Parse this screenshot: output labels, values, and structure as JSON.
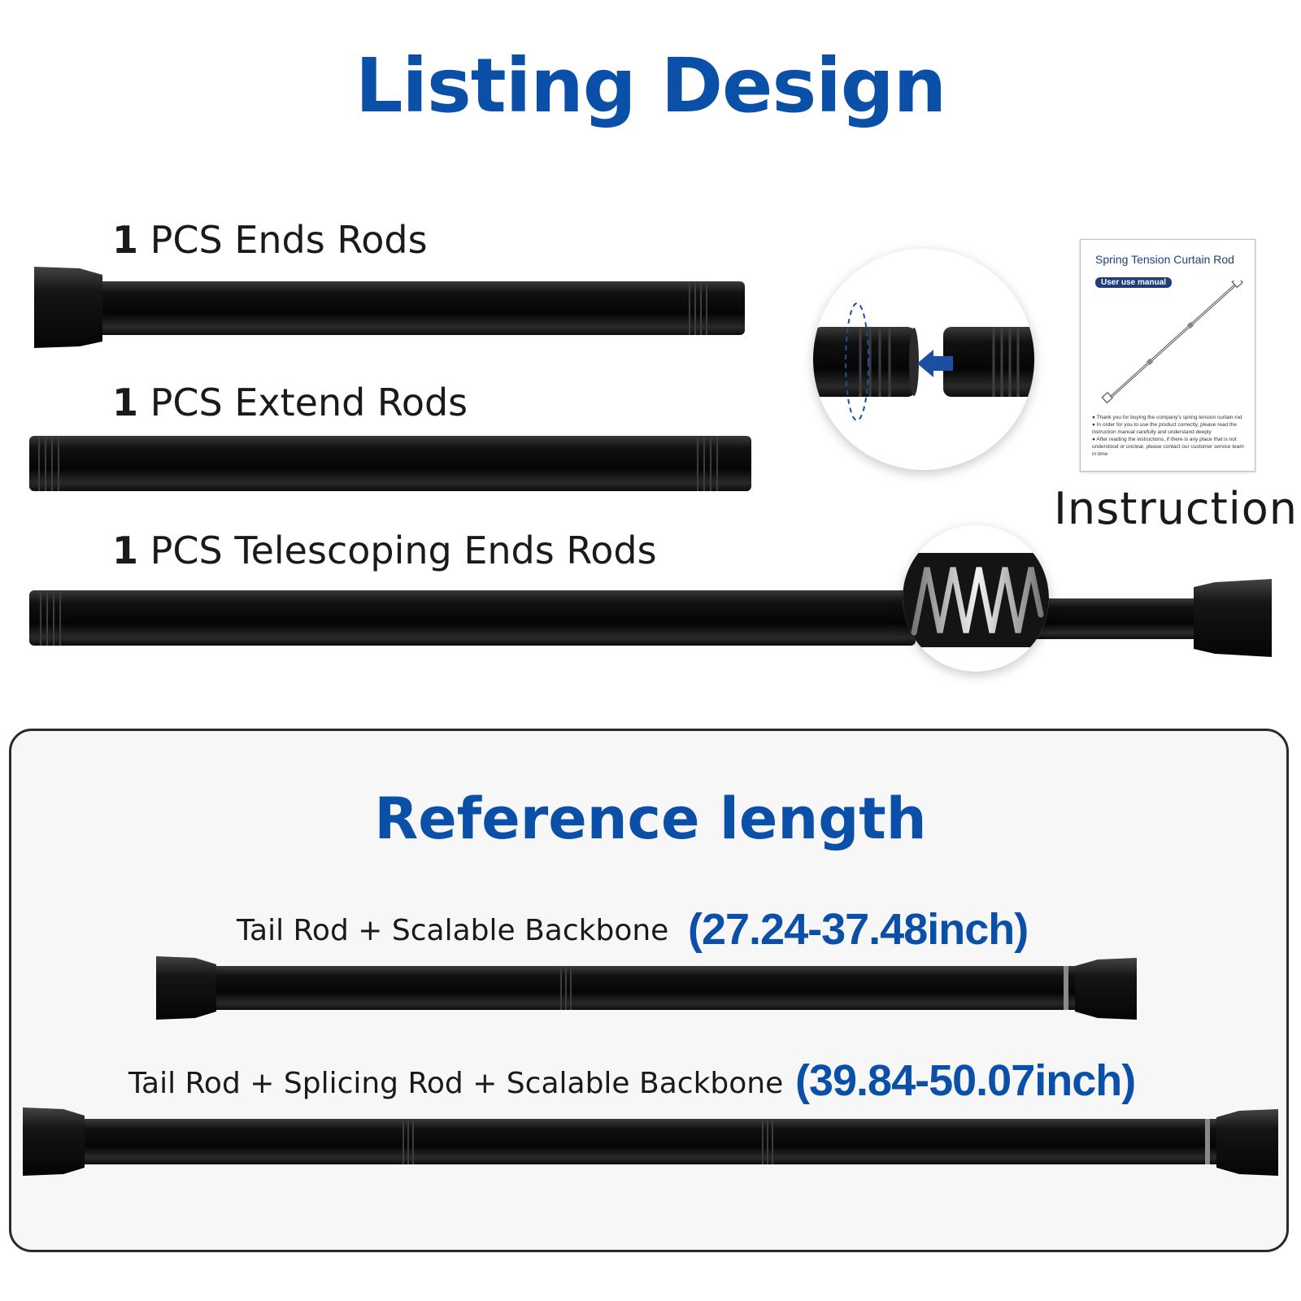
{
  "title": "Listing Design",
  "parts": [
    {
      "qty": "1",
      "label": "PCS Ends Rods"
    },
    {
      "qty": "1",
      "label": "PCS Extend Rods"
    },
    {
      "qty": "1",
      "label": "PCS Telescoping Ends Rods"
    }
  ],
  "manual": {
    "title": "Spring Tension Curtain Rod",
    "badge": "User use manual",
    "lines": [
      "● Thank you for buying the company's spring tension curtain rod",
      "● In order for you to use the product correctly, please read the instruction manual carefully and understand deeply",
      "● After reading the instructions, if there is any place that is not understood or unclear, please contact our customer service team in time"
    ]
  },
  "instruction_label": "Instruction",
  "reference": {
    "title": "Reference length",
    "items": [
      {
        "label": "Tail Rod + Scalable Backbone",
        "length": "(27.24-37.48inch)"
      },
      {
        "label": "Tail Rod + Splicing Rod + Scalable Backbone",
        "length": "(39.84-50.07inch)"
      }
    ]
  },
  "colors": {
    "brand_blue": "#0a4fa8",
    "rod_black": "#151515",
    "manual_navy": "#1f3f7a"
  }
}
